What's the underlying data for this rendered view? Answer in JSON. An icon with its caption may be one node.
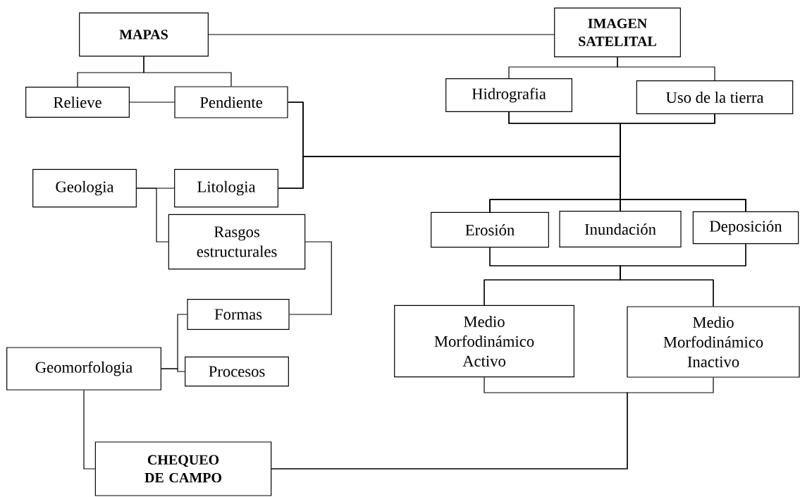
{
  "diagram": {
    "nodes": [
      {
        "text": [
          "MAPAS"
        ]
      },
      {
        "text": [
          "IMAGEN SATELITAL"
        ]
      },
      {
        "text": [
          "Relieve"
        ]
      },
      {
        "text": [
          "Pendiente"
        ]
      },
      {
        "text": [
          "Hidrografia"
        ]
      },
      {
        "text": [
          "Uso de la tierra"
        ]
      },
      {
        "text": [
          "Geologia"
        ]
      },
      {
        "text": [
          "Litologia"
        ]
      },
      {
        "text": [
          "Rasgos estructurales"
        ]
      },
      {
        "text": [
          "Erosión"
        ]
      },
      {
        "text": [
          "Inundación"
        ]
      },
      {
        "text": [
          "Deposición"
        ]
      },
      {
        "text": [
          "Formas"
        ]
      },
      {
        "text": [
          "Geomorfologia"
        ]
      },
      {
        "text": [
          "Procesos"
        ]
      },
      {
        "text": [
          "Medio Morfodinámico Activo"
        ]
      },
      {
        "text": [
          "Medio Morfodinámico Inactivo"
        ]
      },
      {
        "text": [
          "CHEQUEO DE CAMPO"
        ]
      }
    ],
    "edges": [
      {
        "from": 0,
        "to": 1,
        "arrow": "none"
      },
      {
        "from": 0,
        "to": 2,
        "arrow": "none"
      },
      {
        "from": 0,
        "to": 3,
        "arrow": "none"
      },
      {
        "from": 2,
        "to": 3,
        "arrow": "none"
      },
      {
        "from": 1,
        "to": 4,
        "arrow": "none"
      },
      {
        "from": 1,
        "to": 5,
        "arrow": "none"
      },
      {
        "from": 4,
        "to": 9,
        "arrow": "none"
      },
      {
        "from": 4,
        "to": 10,
        "arrow": "none"
      },
      {
        "from": 4,
        "to": 11,
        "arrow": "none"
      },
      {
        "from": 5,
        "to": 9,
        "arrow": "none"
      },
      {
        "from": 5,
        "to": 10,
        "arrow": "none"
      },
      {
        "from": 5,
        "to": 11,
        "arrow": "none"
      },
      {
        "from": 3,
        "to": 9,
        "arrow": "none"
      },
      {
        "from": 3,
        "to": 10,
        "arrow": "none"
      },
      {
        "from": 3,
        "to": 11,
        "arrow": "none"
      },
      {
        "from": 7,
        "to": 9,
        "arrow": "none"
      },
      {
        "from": 7,
        "to": 10,
        "arrow": "none"
      },
      {
        "from": 7,
        "to": 11,
        "arrow": "none"
      },
      {
        "from": 6,
        "to": 7,
        "arrow": "none"
      },
      {
        "from": 6,
        "to": 8,
        "arrow": "none"
      },
      {
        "from": 8,
        "to": 12,
        "arrow": "none"
      },
      {
        "from": 13,
        "to": 12,
        "arrow": "none"
      },
      {
        "from": 13,
        "to": 14,
        "arrow": "none"
      },
      {
        "from": 9,
        "to": 15,
        "arrow": "none"
      },
      {
        "from": 9,
        "to": 16,
        "arrow": "none"
      },
      {
        "from": 11,
        "to": 15,
        "arrow": "none"
      },
      {
        "from": 11,
        "to": 16,
        "arrow": "none"
      },
      {
        "from": 15,
        "to": 17,
        "arrow": "none"
      },
      {
        "from": 16,
        "to": 17,
        "arrow": "none"
      },
      {
        "from": 13,
        "to": 17,
        "arrow": "none"
      }
    ]
  }
}
